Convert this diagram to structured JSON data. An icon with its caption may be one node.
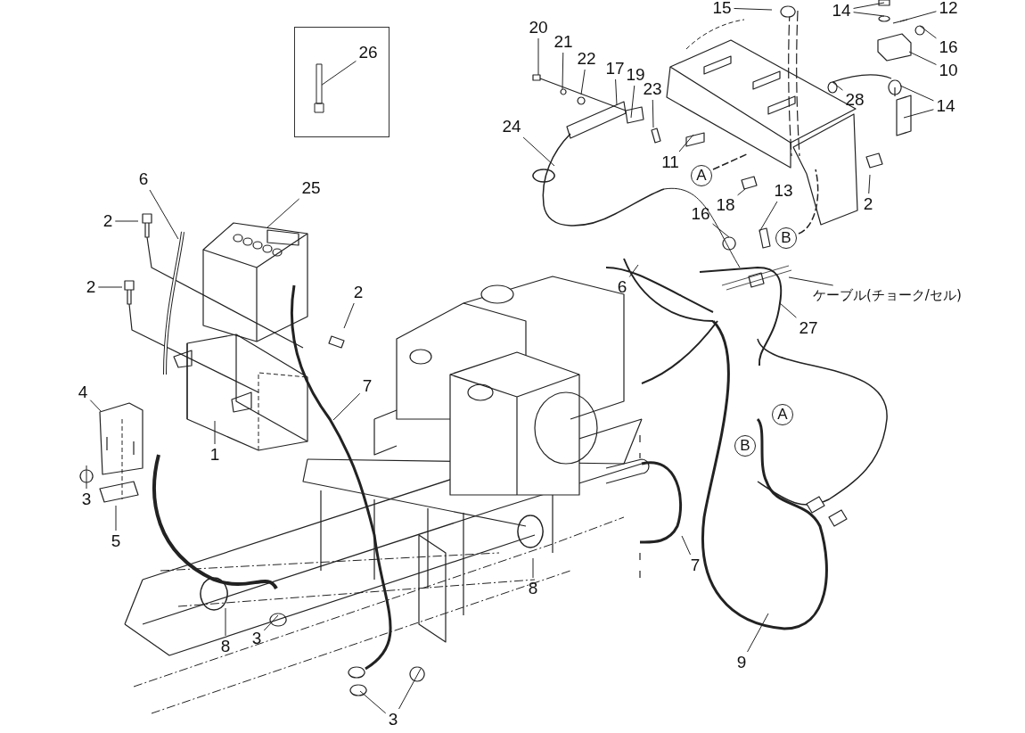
{
  "diagram": {
    "nodes": [
      {
        "text": [],
        "shape": "box"
      },
      {
        "text": [
          "26"
        ],
        "in": 0
      },
      {
        "text": [
          "20"
        ]
      },
      {
        "text": [
          "21"
        ]
      },
      {
        "text": [
          "22"
        ]
      },
      {
        "text": [
          "17"
        ]
      },
      {
        "text": [
          "19"
        ]
      },
      {
        "text": [
          "23"
        ]
      },
      {
        "text": [
          "24"
        ]
      },
      {
        "text": [
          "11"
        ]
      },
      {
        "text": [
          "15"
        ]
      },
      {
        "text": [
          "14"
        ]
      },
      {
        "text": [
          "12"
        ]
      },
      {
        "text": [
          "16"
        ]
      },
      {
        "text": [
          "10"
        ]
      },
      {
        "text": [
          "14"
        ]
      },
      {
        "text": [
          "28"
        ]
      },
      {
        "text": [
          "A"
        ]
      },
      {
        "text": [
          "18"
        ]
      },
      {
        "text": [
          "13"
        ]
      },
      {
        "text": [
          "2"
        ]
      },
      {
        "text": [
          "B"
        ]
      },
      {
        "text": [
          "16"
        ]
      },
      {
        "text": [
          "ケーブル(チョーク/セル)"
        ]
      },
      {
        "text": [
          "27"
        ]
      },
      {
        "text": [
          "6"
        ]
      },
      {
        "text": [
          "25"
        ]
      },
      {
        "text": [
          "2"
        ]
      },
      {
        "text": [
          "2"
        ]
      },
      {
        "text": [
          "2"
        ]
      },
      {
        "text": [
          "6"
        ]
      },
      {
        "text": [
          "4"
        ]
      },
      {
        "text": [
          "1"
        ]
      },
      {
        "text": [
          "7"
        ]
      },
      {
        "text": [
          "3"
        ]
      },
      {
        "text": [
          "5"
        ]
      },
      {
        "text": [
          "A"
        ]
      },
      {
        "text": [
          "B"
        ]
      },
      {
        "text": [
          "7"
        ]
      },
      {
        "text": [
          "8"
        ]
      },
      {
        "text": [
          "9"
        ]
      },
      {
        "text": [
          "8"
        ]
      },
      {
        "text": [
          "3"
        ]
      },
      {
        "text": [
          "3"
        ]
      }
    ],
    "edges": [
      {
        "from": 1,
        "to": null,
        "arrow": "none"
      },
      {
        "from": 2,
        "to": null,
        "arrow": "none"
      },
      {
        "from": 3,
        "to": null,
        "arrow": "none"
      },
      {
        "from": 4,
        "to": null,
        "arrow": "none"
      },
      {
        "from": 5,
        "to": null,
        "arrow": "none"
      },
      {
        "from": 6,
        "to": null,
        "arrow": "none"
      },
      {
        "from": 7,
        "to": null,
        "arrow": "none"
      },
      {
        "from": 8,
        "to": null,
        "arrow": "none"
      },
      {
        "from": 9,
        "to": null,
        "arrow": "none"
      },
      {
        "from": 10,
        "to": null,
        "arrow": "none"
      },
      {
        "from": 11,
        "to": null,
        "arrow": "none"
      },
      {
        "from": 11,
        "to": null,
        "arrow": "none"
      },
      {
        "from": 12,
        "to": null,
        "arrow": "none"
      },
      {
        "from": 13,
        "to": null,
        "arrow": "none"
      },
      {
        "from": 14,
        "to": null,
        "arrow": "none"
      },
      {
        "from": 15,
        "to": null,
        "arrow": "none"
      },
      {
        "from": 15,
        "to": null,
        "arrow": "none"
      },
      {
        "from": 16,
        "to": null,
        "arrow": "none"
      },
      {
        "from": 18,
        "to": null,
        "arrow": "none"
      },
      {
        "from": 19,
        "to": null,
        "arrow": "none"
      },
      {
        "from": 20,
        "to": null,
        "arrow": "none"
      },
      {
        "from": 22,
        "to": null,
        "arrow": "none"
      },
      {
        "from": 23,
        "to": null,
        "arrow": "none"
      },
      {
        "from": 24,
        "to": null,
        "arrow": "none"
      },
      {
        "from": 25,
        "to": null,
        "arrow": "none"
      },
      {
        "from": 26,
        "to": null,
        "arrow": "none"
      },
      {
        "from": 27,
        "to": null,
        "arrow": "none"
      },
      {
        "from": 28,
        "to": null,
        "arrow": "none"
      },
      {
        "from": 29,
        "to": null,
        "arrow": "none"
      },
      {
        "from": 30,
        "to": null,
        "arrow": "none"
      },
      {
        "from": 31,
        "to": null,
        "arrow": "none"
      },
      {
        "from": 32,
        "to": null,
        "arrow": "none"
      },
      {
        "from": 33,
        "to": null,
        "arrow": "none"
      },
      {
        "from": 34,
        "to": null,
        "arrow": "none"
      },
      {
        "from": 35,
        "to": null,
        "arrow": "none"
      },
      {
        "from": 38,
        "to": null,
        "arrow": "none"
      },
      {
        "from": 39,
        "to": null,
        "arrow": "none"
      },
      {
        "from": 40,
        "to": null,
        "arrow": "none"
      },
      {
        "from": 41,
        "to": null,
        "arrow": "none"
      },
      {
        "from": 42,
        "to": null,
        "arrow": "none"
      },
      {
        "from": 43,
        "to": null,
        "arrow": "none"
      },
      {
        "from": 43,
        "to": null,
        "arrow": "none"
      }
    ]
  }
}
